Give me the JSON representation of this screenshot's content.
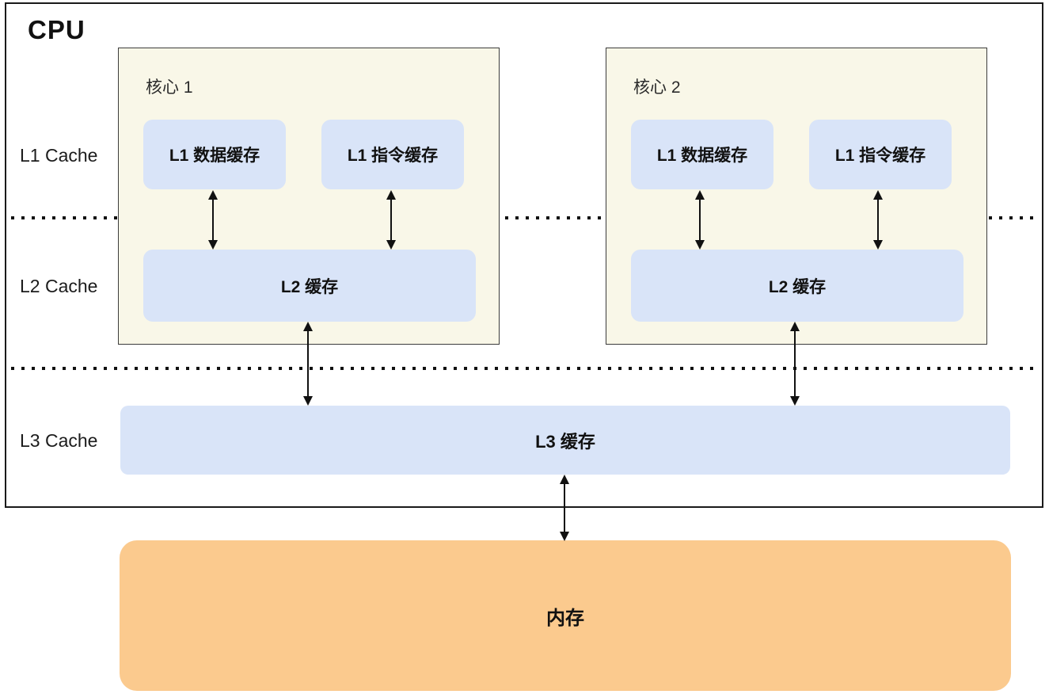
{
  "diagram": {
    "title": "CPU",
    "row_labels": {
      "l1": "L1 Cache",
      "l2": "L2 Cache",
      "l3": "L3 Cache"
    },
    "cores": [
      {
        "name": "核心 1",
        "l1_data": "L1 数据缓存",
        "l1_instruction": "L1 指令缓存",
        "l2": "L2 缓存"
      },
      {
        "name": "核心 2",
        "l1_data": "L1 数据缓存",
        "l1_instruction": "L1 指令缓存",
        "l2": "L2 缓存"
      }
    ],
    "l3": "L3 缓存",
    "memory": "内存",
    "colors": {
      "core_bg": "#f9f7e8",
      "cache_fill": "#d9e4f8",
      "memory_fill": "#fbca8e",
      "line": "#111111"
    }
  }
}
